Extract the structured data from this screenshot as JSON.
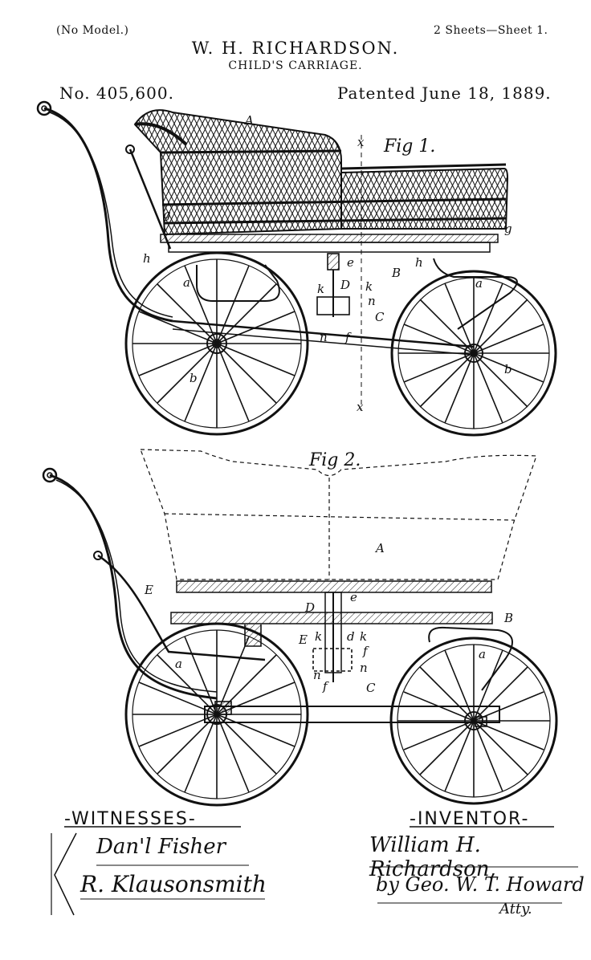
{
  "header": {
    "no_model": "(No Model.)",
    "sheets": "2 Sheets—Sheet 1.",
    "inventor_name": "W. H. RICHARDSON.",
    "title": "CHILD'S CARRIAGE.",
    "patent_no": "No. 405,600.",
    "patent_date": "Patented June 18, 1889."
  },
  "figures": {
    "fig1_label": "Fig 1.",
    "fig2_label": "Fig 2."
  },
  "reference_letters": {
    "A": "A",
    "B": "B",
    "C": "C",
    "D": "D",
    "E": "E",
    "a": "a",
    "b": "b",
    "d": "d",
    "e": "e",
    "f": "f",
    "g": "g",
    "h": "h",
    "k": "k",
    "n": "n",
    "x": "x"
  },
  "footer": {
    "witnesses_heading": "-WITNESSES-",
    "witness_1": "Dan'l Fisher",
    "witness_2": "R. Klausonsmith",
    "inventor_heading": "-INVENTOR-",
    "inventor_signature": "William H. Richardson,",
    "attorney_signature": "by Geo. W. T. Howard",
    "attorney_suffix": "Atty."
  }
}
